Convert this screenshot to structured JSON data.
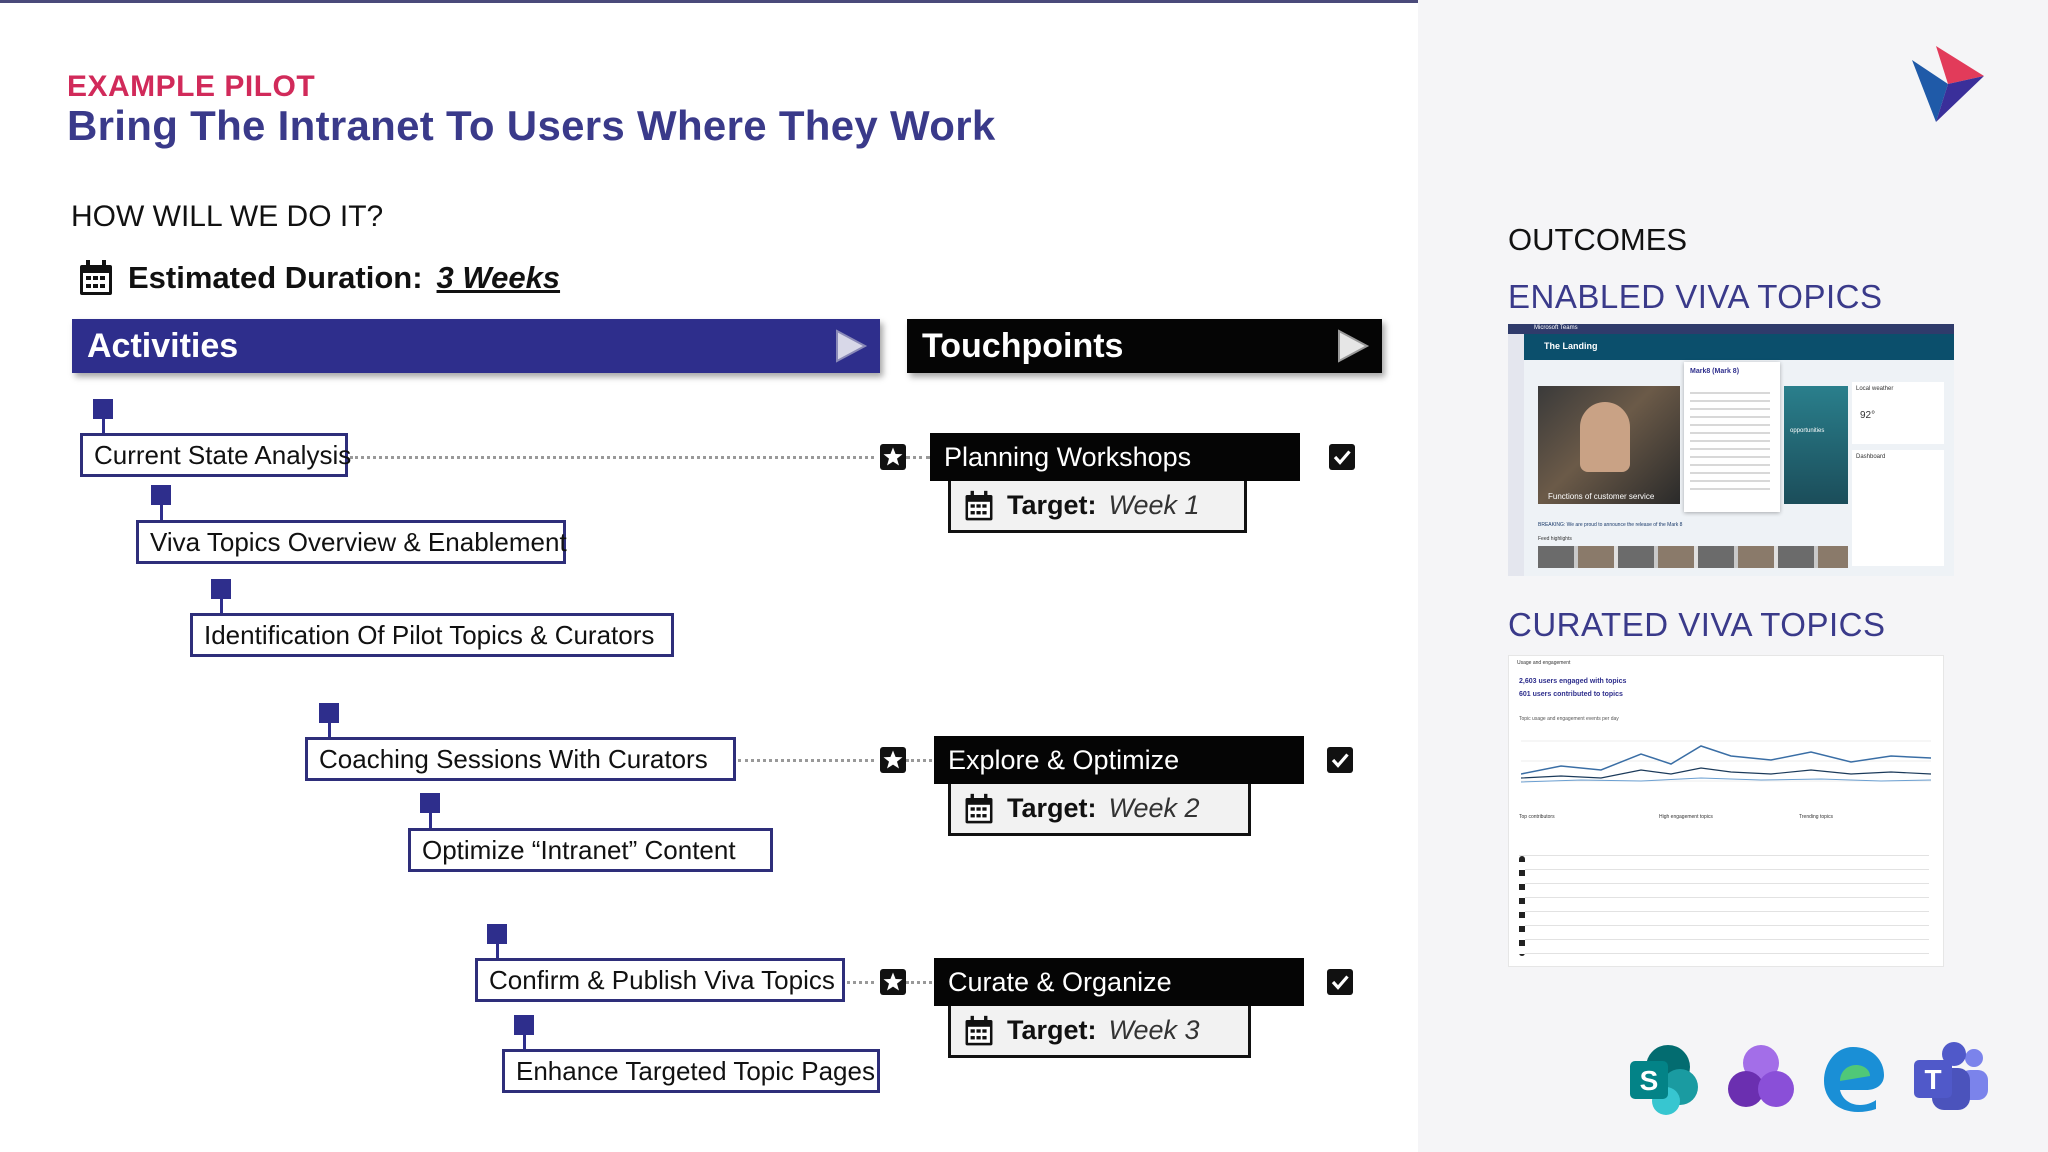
{
  "header": {
    "eyebrow": "EXAMPLE PILOT",
    "title": "Bring The Intranet To Users Where They Work"
  },
  "plan": {
    "question": "HOW WILL WE DO IT?",
    "duration_label": "Estimated Duration:",
    "duration_value": "3 Weeks"
  },
  "columns": {
    "activities": "Activities",
    "touchpoints": "Touchpoints"
  },
  "activities": [
    "Current State Analysis",
    "Viva Topics Overview & Enablement",
    "Identification Of Pilot Topics & Curators",
    "Coaching Sessions With Curators",
    "Optimize “Intranet” Content",
    "Confirm & Publish Viva Topics",
    "Enhance Targeted Topic Pages"
  ],
  "touchpoints": [
    {
      "title": "Planning Workshops",
      "target_label": "Target:",
      "target_value": "Week 1"
    },
    {
      "title": "Explore & Optimize",
      "target_label": "Target:",
      "target_value": "Week 2"
    },
    {
      "title": "Curate & Organize",
      "target_label": "Target:",
      "target_value": "Week 3"
    }
  ],
  "outcomes": {
    "heading": "OUTCOMES",
    "enabled": "ENABLED VIVA TOPICS",
    "curated": "CURATED VIVA TOPICS"
  },
  "screenshot1": {
    "app": "Microsoft Teams",
    "site": "The Landing",
    "card_title": "Mark8 (Mark 8)",
    "hero_caption": "Functions of customer service",
    "weather_label": "Local weather",
    "temperature": "92°",
    "breaking": "BREAKING: We are proud to announce the release of the Mark 8",
    "feed": "Feed highlights",
    "dashboard": "Dashboard",
    "opportunities": "opportunities"
  },
  "screenshot2": {
    "section": "Usage and engagement",
    "engaged": "2,603 users engaged with topics",
    "contributed": "601 users contributed to topics",
    "chart_label": "Topic usage and engagement events per day",
    "col1": "Top contributors",
    "col2": "High engagement topics",
    "col3": "Trending topics"
  },
  "apps": [
    {
      "name": "SharePoint",
      "letter": "S",
      "color": "#038387"
    },
    {
      "name": "Viva",
      "color": "#7a3fb8"
    },
    {
      "name": "Edge",
      "color": "#1a8fd6"
    },
    {
      "name": "Teams",
      "letter": "T",
      "color": "#5059c9"
    }
  ],
  "colors": {
    "accent_red": "#d12a5a",
    "brand_indigo": "#2e2e8c",
    "title_indigo": "#3a3a8a"
  }
}
